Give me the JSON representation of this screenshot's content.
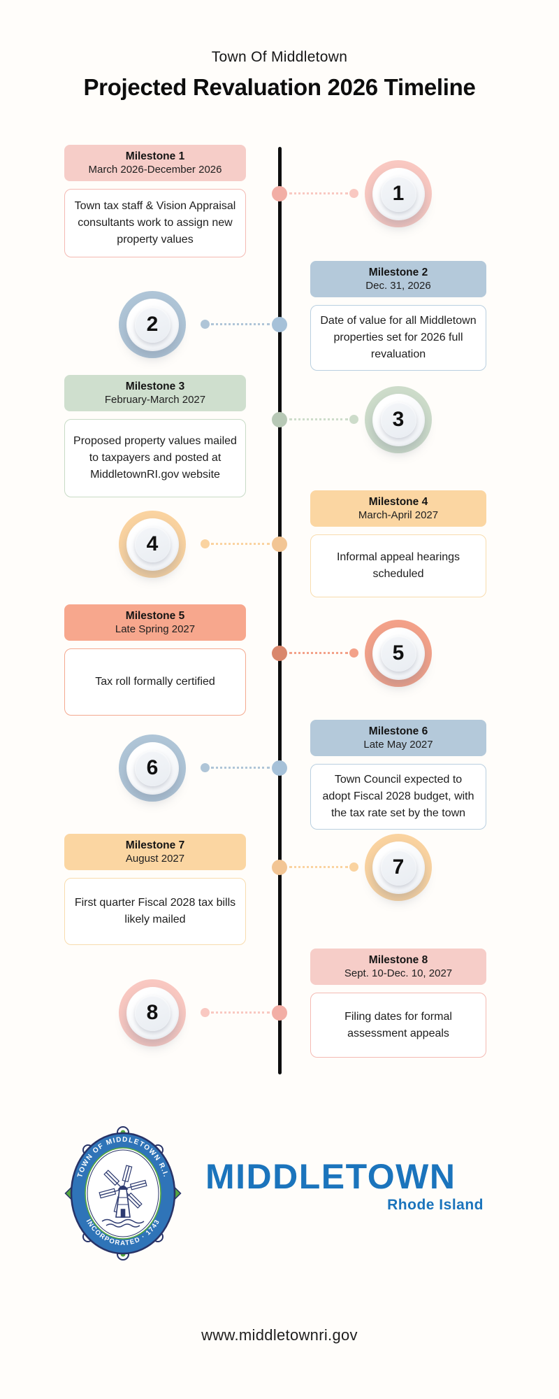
{
  "page": {
    "eyebrow": "Town Of Middletown",
    "title": "Projected Revaluation 2026 Timeline",
    "website": "www.middletownri.gov"
  },
  "theme": {
    "background": "#fffdfa",
    "timeline_line_color": "#0e0e0e",
    "wordmark_blue": "#1b74bc",
    "seal_navy": "#283367",
    "seal_blue": "#2f74b8",
    "seal_green": "#55a73f",
    "palettes": {
      "pink": {
        "header": "#f6cdc8",
        "ring": "#f9c8c1",
        "border": "#f4bab3",
        "node": "#f2aea5"
      },
      "blue": {
        "header": "#b4c9da",
        "ring": "#afc5d7",
        "border": "#b9cfe0",
        "node": "#a6c1d8"
      },
      "green": {
        "header": "#cfdfce",
        "ring": "#cddcca",
        "border": "#c8dbc6",
        "node": "#b7c8b5"
      },
      "orange": {
        "header": "#fbd6a2",
        "ring": "#fad3a0",
        "border": "#f8dcae",
        "node": "#f2c594"
      },
      "salmon": {
        "header": "#f7a78d",
        "ring": "#f3a189",
        "border": "#f4a98f",
        "node": "#d9876c"
      }
    }
  },
  "milestones": [
    {
      "number": "1",
      "side": "left",
      "palette": "pink",
      "title": "Milestone 1",
      "date": "March 2026-December 2026",
      "body": "Town tax staff & Vision Appraisal consultants work to assign new property values"
    },
    {
      "number": "2",
      "side": "right",
      "palette": "blue",
      "title": "Milestone 2",
      "date": "Dec. 31, 2026",
      "body": "Date of value for all Middletown properties set for 2026 full revaluation"
    },
    {
      "number": "3",
      "side": "left",
      "palette": "green",
      "title": "Milestone 3",
      "date": "February-March 2027",
      "body": "Proposed property values mailed to taxpayers and posted at MiddletownRI.gov website"
    },
    {
      "number": "4",
      "side": "right",
      "palette": "orange",
      "title": "Milestone 4",
      "date": "March-April 2027",
      "body": "Informal appeal hearings scheduled"
    },
    {
      "number": "5",
      "side": "left",
      "palette": "salmon",
      "title": "Milestone 5",
      "date": "Late Spring 2027",
      "body": "Tax roll formally certified"
    },
    {
      "number": "6",
      "side": "right",
      "palette": "blue",
      "title": "Milestone 6",
      "date": "Late May 2027",
      "body": "Town Council expected to adopt Fiscal 2028 budget, with the tax rate set by the town"
    },
    {
      "number": "7",
      "side": "left",
      "palette": "orange",
      "title": "Milestone 7",
      "date": "August 2027",
      "body": "First quarter Fiscal 2028 tax bills likely mailed"
    },
    {
      "number": "8",
      "side": "right",
      "palette": "pink",
      "title": "Milestone 8",
      "date": "Sept. 10-Dec. 10, 2027",
      "body": "Filing dates for formal assessment appeals"
    }
  ],
  "footer": {
    "seal_top_text": "TOWN OF MIDDLETOWN R.I.",
    "seal_bottom_text": "INCORPORATED · 1743",
    "wordmark": "MIDDLETOWN",
    "wordmark_sub": "Rhode Island"
  }
}
